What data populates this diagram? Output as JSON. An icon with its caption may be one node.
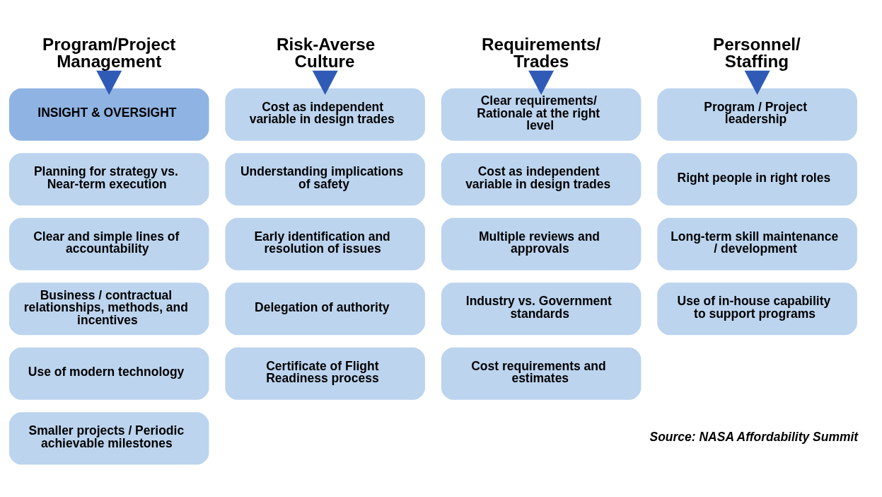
{
  "diagram": {
    "nodes": [
      {
        "text": [
          "Program/Project Management"
        ]
      },
      {
        "text": [
          "INSIGHT & OVERSIGHT"
        ]
      },
      {
        "text": [
          "Planning for strategy vs. Near-term execution"
        ]
      },
      {
        "text": [
          "Clear and simple lines of accountability"
        ]
      },
      {
        "text": [
          "Business / contractual relationships, methods, and incentives"
        ]
      },
      {
        "text": [
          "Use of modern technology"
        ]
      },
      {
        "text": [
          "Smaller projects / Periodic achievable milestones"
        ]
      },
      {
        "text": [
          "Risk-Averse Culture"
        ]
      },
      {
        "text": [
          "Cost as independent variable in design trades"
        ]
      },
      {
        "text": [
          "Understanding implications of safety"
        ]
      },
      {
        "text": [
          "Early identification and resolution of issues"
        ]
      },
      {
        "text": [
          "Delegation of authority"
        ]
      },
      {
        "text": [
          "Certificate of Flight Readiness process"
        ]
      },
      {
        "text": [
          "Requirements/ Trades"
        ]
      },
      {
        "text": [
          "Clear requirements/ Rationale at the right level"
        ]
      },
      {
        "text": [
          "Cost as independent variable in design trades"
        ]
      },
      {
        "text": [
          "Multiple reviews and approvals"
        ]
      },
      {
        "text": [
          "Industry vs. Government standards"
        ]
      },
      {
        "text": [
          "Cost requirements and estimates"
        ]
      },
      {
        "text": [
          "Personnel/ Staffing"
        ]
      },
      {
        "text": [
          "Program / Project leadership"
        ]
      },
      {
        "text": [
          "Right people in right roles"
        ]
      },
      {
        "text": [
          "Long-term skill maintenance / development"
        ]
      },
      {
        "text": [
          "Use of in-house capability to support programs"
        ]
      }
    ],
    "edges": [
      {
        "from": 0,
        "to": 1,
        "arrow": "to"
      },
      {
        "from": 7,
        "to": 8,
        "arrow": "to"
      },
      {
        "from": 13,
        "to": 14,
        "arrow": "to"
      },
      {
        "from": 19,
        "to": 20,
        "arrow": "to"
      }
    ],
    "labels": [
      "Source: NASA Affordability Summit"
    ]
  }
}
